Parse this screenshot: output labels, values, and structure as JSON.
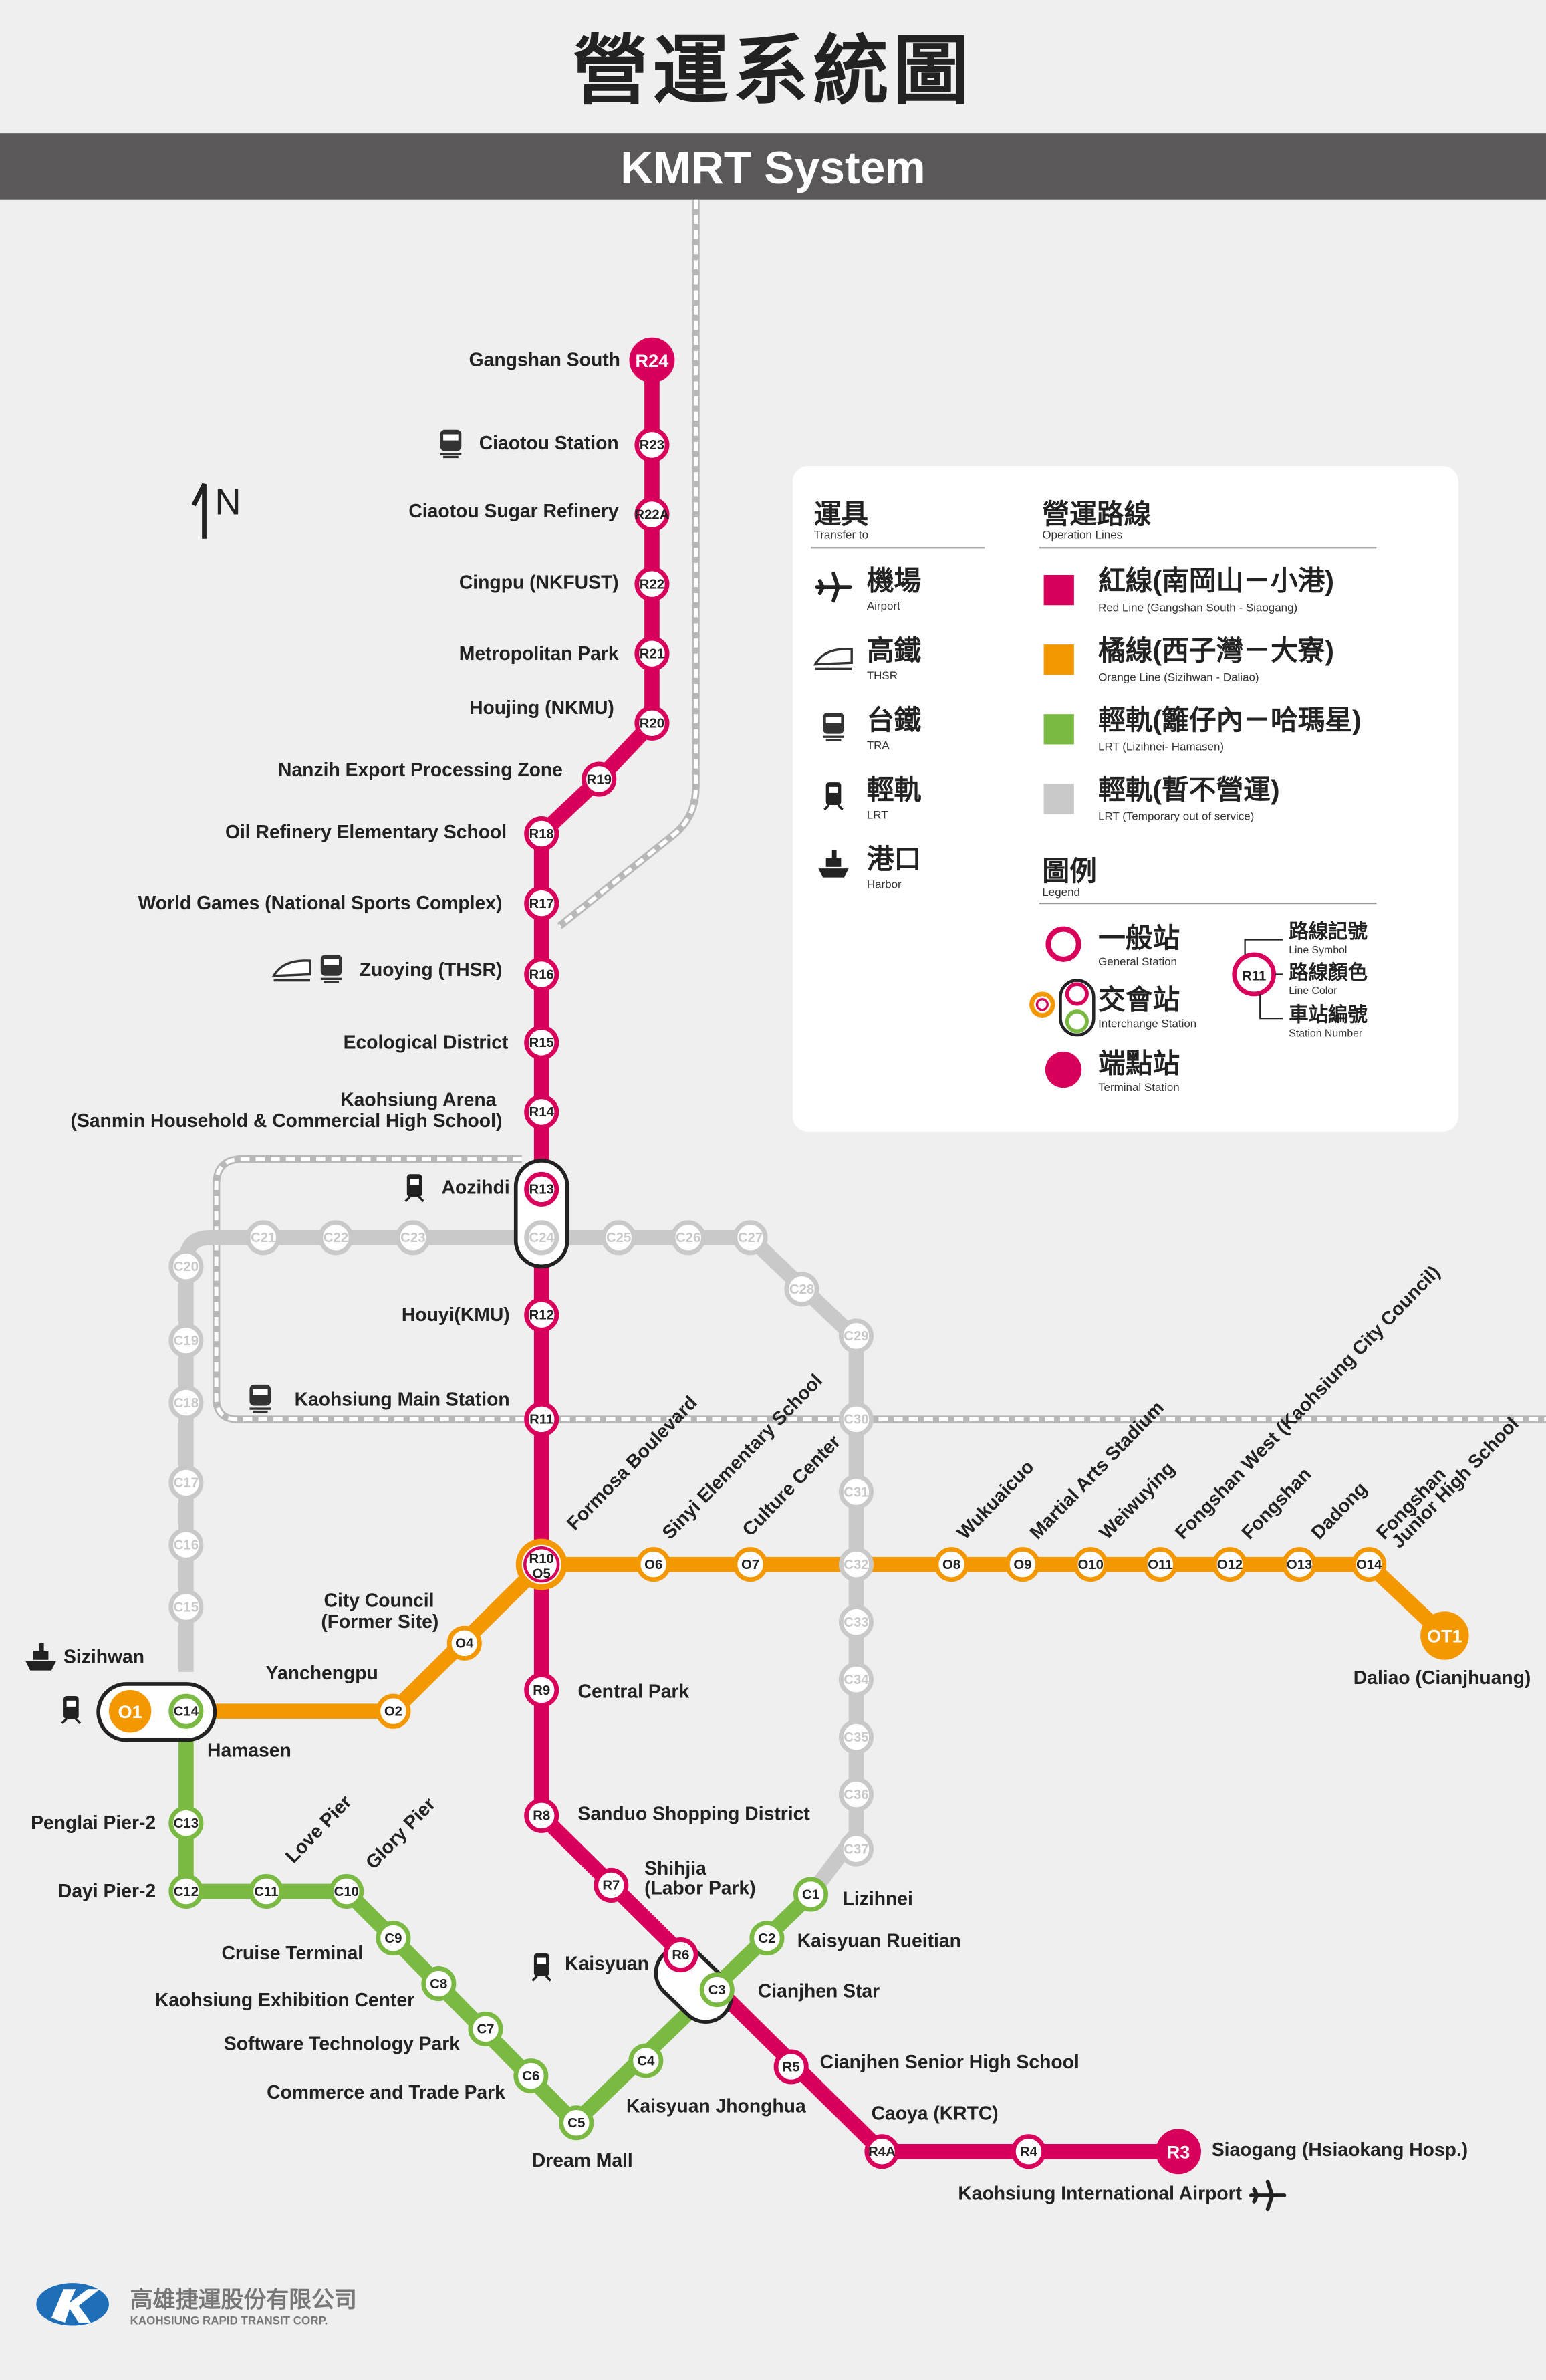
{
  "title_cn": "營運系統圖",
  "title_en": "KMRT System",
  "north": "N",
  "colors": {
    "red": "#d9005c",
    "orange": "#f39800",
    "green": "#7ab942",
    "gray": "#c9c9c9",
    "banner": "#5a5858"
  },
  "red_stations": [
    {
      "id": "R24",
      "name": "Gangshan South"
    },
    {
      "id": "R23",
      "name": "Ciaotou Station"
    },
    {
      "id": "R22A",
      "name": "Ciaotou Sugar Refinery"
    },
    {
      "id": "R22",
      "name": "Cingpu (NKFUST)"
    },
    {
      "id": "R21",
      "name": "Metropolitan Park"
    },
    {
      "id": "R20",
      "name": "Houjing (NKMU)"
    },
    {
      "id": "R19",
      "name": "Nanzih Export Processing Zone"
    },
    {
      "id": "R18",
      "name": "Oil Refinery Elementary School"
    },
    {
      "id": "R17",
      "name": "World Games (National Sports Complex)"
    },
    {
      "id": "R16",
      "name": "Zuoying (THSR)"
    },
    {
      "id": "R15",
      "name": "Ecological District"
    },
    {
      "id": "R14",
      "name": "Kaohsiung Arena",
      "name2": "(Sanmin Household & Commercial High School)"
    },
    {
      "id": "R13",
      "name": "Aozihdi"
    },
    {
      "id": "R12",
      "name": "Houyi(KMU)"
    },
    {
      "id": "R11",
      "name": "Kaohsiung Main Station"
    },
    {
      "id": "R10",
      "id2": "O5",
      "name": "Formosa Boulevard"
    },
    {
      "id": "R9",
      "name": "Central Park"
    },
    {
      "id": "R8",
      "name": "Sanduo Shopping District"
    },
    {
      "id": "R7",
      "name": "Shihjia",
      "name2": "(Labor Park)"
    },
    {
      "id": "R6",
      "name": "Kaisyuan"
    },
    {
      "id": "R5",
      "name": "Cianjhen Senior High School"
    },
    {
      "id": "R4A",
      "name": "Caoya (KRTC)"
    },
    {
      "id": "R4",
      "name": "Kaohsiung International Airport"
    },
    {
      "id": "R3",
      "name": "Siaogang (Hsiaokang Hosp.)"
    }
  ],
  "orange_stations": [
    {
      "id": "O1",
      "name": "Sizihwan"
    },
    {
      "id": "O2",
      "name": "Yanchengpu"
    },
    {
      "id": "O4",
      "name": "City Council",
      "name2": "(Former Site)"
    },
    {
      "id": "O6",
      "name": "Sinyi Elementary School"
    },
    {
      "id": "O7",
      "name": "Culture Center"
    },
    {
      "id": "O8",
      "name": "Wukuaicuo"
    },
    {
      "id": "O9",
      "name": "Martial Arts Stadium"
    },
    {
      "id": "O10",
      "name": "Weiwuying"
    },
    {
      "id": "O11",
      "name": "Fongshan West (Kaohsiung City Council)"
    },
    {
      "id": "O12",
      "name": "Fongshan"
    },
    {
      "id": "O13",
      "name": "Dadong"
    },
    {
      "id": "O14",
      "name": "Fongshan",
      "name2": "Junior High School"
    },
    {
      "id": "OT1",
      "name": "Daliao (Cianjhuang)"
    }
  ],
  "lrt_stations": [
    {
      "id": "C1",
      "name": "Lizihnei"
    },
    {
      "id": "C2",
      "name": "Kaisyuan Rueitian"
    },
    {
      "id": "C3",
      "name": "Cianjhen Star"
    },
    {
      "id": "C4",
      "name": "Kaisyuan Jhonghua"
    },
    {
      "id": "C5",
      "name": "Dream Mall"
    },
    {
      "id": "C6",
      "name": "Commerce and Trade Park"
    },
    {
      "id": "C7",
      "name": "Software Technology Park"
    },
    {
      "id": "C8",
      "name": "Kaohsiung Exhibition Center"
    },
    {
      "id": "C9",
      "name": "Cruise Terminal"
    },
    {
      "id": "C10",
      "name": "Glory Pier"
    },
    {
      "id": "C11",
      "name": "Love Pier"
    },
    {
      "id": "C12",
      "name": "Dayi Pier-2"
    },
    {
      "id": "C13",
      "name": "Penglai Pier-2"
    },
    {
      "id": "C14",
      "name": "Hamasen"
    }
  ],
  "lrt_out_of_service": [
    "C15",
    "C16",
    "C17",
    "C18",
    "C19",
    "C20",
    "C21",
    "C22",
    "C23",
    "C24",
    "C25",
    "C26",
    "C27",
    "C28",
    "C29",
    "C30",
    "C31",
    "C32",
    "C33",
    "C34",
    "C35",
    "C36",
    "C37"
  ],
  "legend": {
    "transfer_cn": "運具",
    "transfer_en": "Transfer to",
    "lines_cn": "營運路線",
    "lines_en": "Operation Lines",
    "transfers": [
      {
        "icon": "airplane-icon",
        "cn": "機場",
        "en": "Airport"
      },
      {
        "icon": "thsr-train-icon",
        "cn": "高鐵",
        "en": "THSR"
      },
      {
        "icon": "tra-train-icon",
        "cn": "台鐵",
        "en": "TRA"
      },
      {
        "icon": "lrt-tram-icon",
        "cn": "輕軌",
        "en": "LRT"
      },
      {
        "icon": "ship-icon",
        "cn": "港口",
        "en": "Harbor"
      }
    ],
    "lines": [
      {
        "cn": "紅線(南岡山－小港)",
        "en": "Red Line (Gangshan South - Siaogang)",
        "color": "#d9005c"
      },
      {
        "cn": "橘線(西子灣－大寮)",
        "en": "Orange Line (Sizihwan - Daliao)",
        "color": "#f39800"
      },
      {
        "cn": "輕軌(籬仔內－哈瑪星)",
        "en": "LRT (Lizihnei- Hamasen)",
        "color": "#7ab942"
      },
      {
        "cn": "輕軌(暫不營運)",
        "en": "LRT (Temporary out of service)",
        "color": "#c9c9c9"
      }
    ],
    "key_cn": "圖例",
    "key_en": "Legend",
    "general_cn": "一般站",
    "general_en": "General Station",
    "interchange_cn": "交會站",
    "interchange_en": "Interchange Station",
    "terminal_cn": "端點站",
    "terminal_en": "Terminal Station",
    "sample_id": "R11",
    "symbol_cn": "路線記號",
    "symbol_en": "Line Symbol",
    "color_cn": "路線顏色",
    "color_en": "Line Color",
    "number_cn": "車站編號",
    "number_en": "Station Number"
  },
  "company_cn": "高雄捷運股份有限公司",
  "company_en": "KAOHSIUNG RAPID TRANSIT CORP."
}
